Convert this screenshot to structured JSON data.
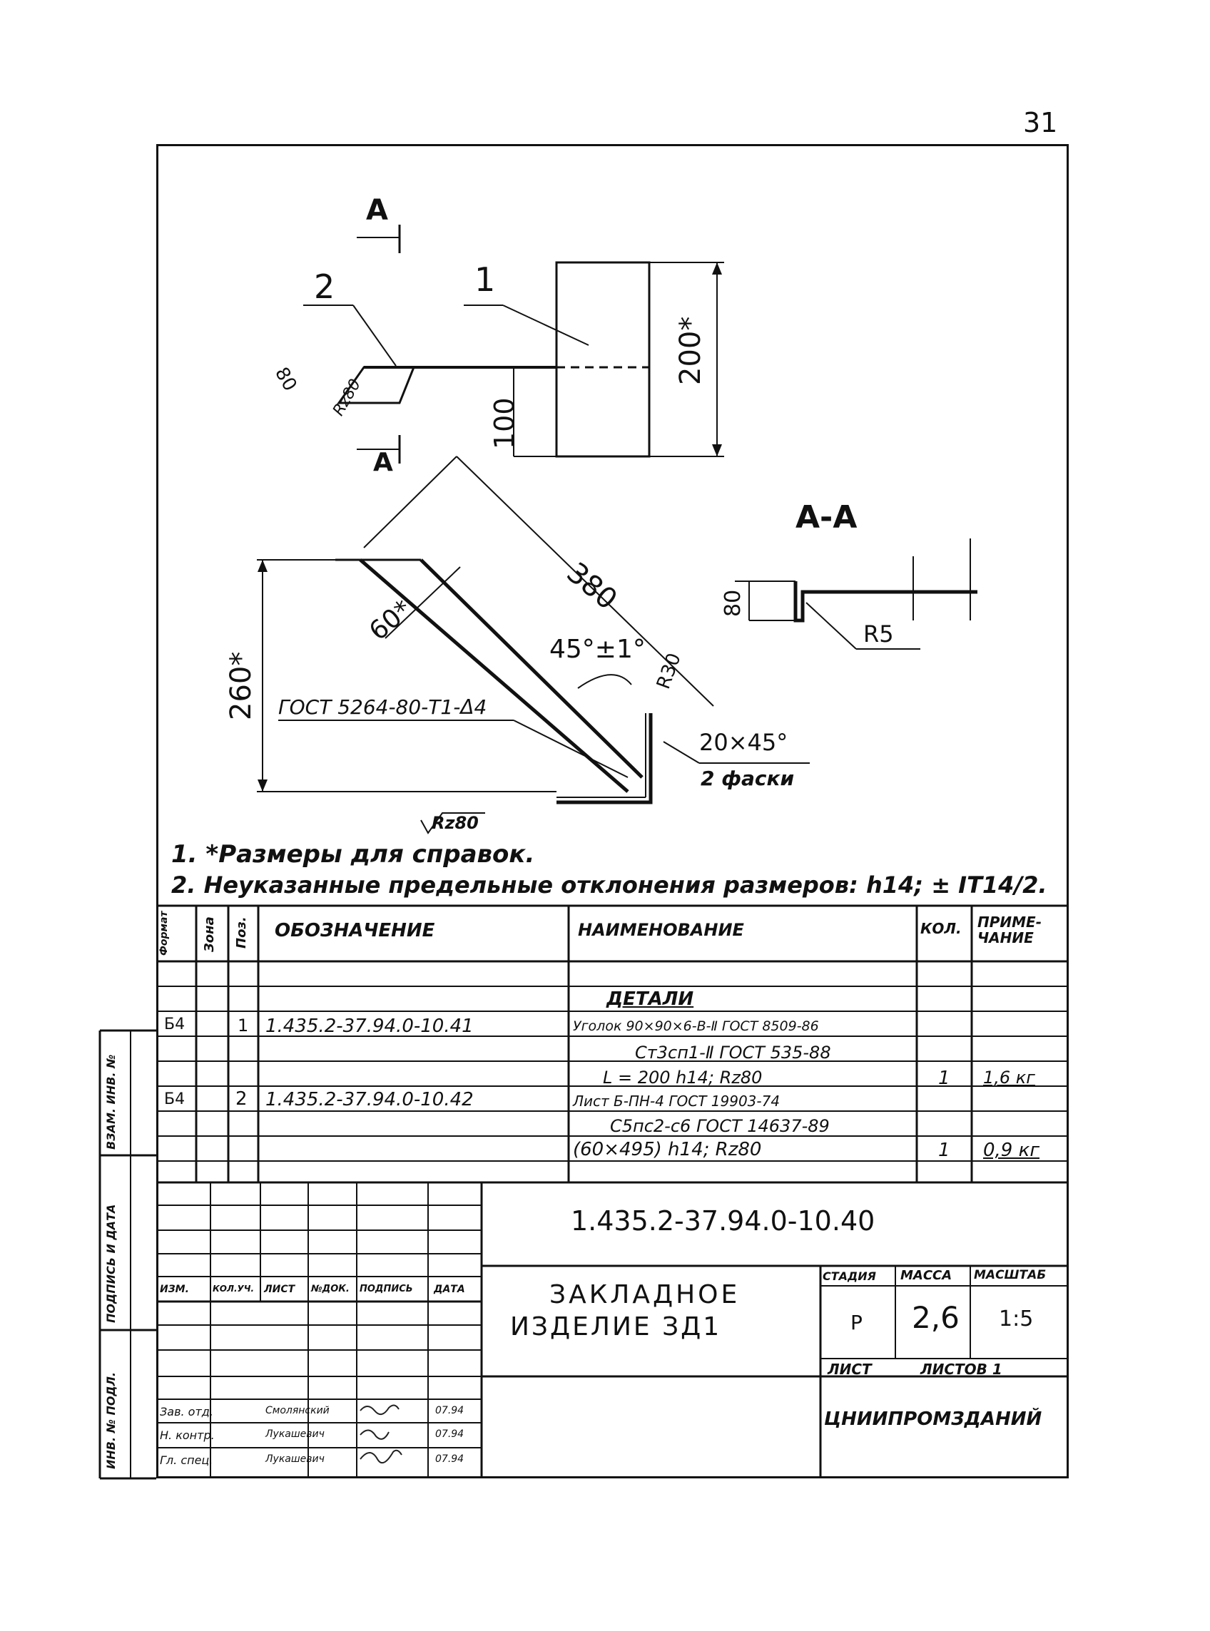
{
  "page_number": "31",
  "drawing": {
    "section_cut_label": "А",
    "section_title": "А-А",
    "callouts": {
      "pos_1": "1",
      "pos_2": "2"
    },
    "dimensions": {
      "height_200": "200*",
      "height_100": "100",
      "length_380": "380",
      "height_260": "260*",
      "width_60": "60*",
      "angle": "45°±1°",
      "radius_r30": "R30",
      "chamfer": "20×45°",
      "chamfer_note": "2 фаски",
      "roughness": "Rz80",
      "section_80": "80",
      "section_r5": "R5",
      "small_80": "80",
      "rz80_top": "Rz80"
    },
    "weld_label": "ГОСТ 5264-80-Т1-Δ4"
  },
  "notes": [
    "1. *Размеры для справок.",
    "2. Неуказанные предельные отклонения размеров: h14; ± IT14/2."
  ],
  "spec_table": {
    "headers": {
      "format": "Формат",
      "zone": "Зона",
      "pos": "Поз.",
      "designation": "Обозначение",
      "name": "Наименование",
      "qty": "Кол.",
      "note": "Приме-чание"
    },
    "section": "Детали",
    "rows": [
      {
        "format": "Б4",
        "pos": "1",
        "designation": "1.435.2-37.94.0-10.41",
        "name": "Уголок 90×90×6-В-Ⅱ ГОСТ 8509-86",
        "qty": "",
        "note": ""
      },
      {
        "format": "",
        "pos": "",
        "designation": "",
        "name": "Ст3сп1-Ⅱ ГОСТ 535-88",
        "qty": "",
        "note": ""
      },
      {
        "format": "",
        "pos": "",
        "designation": "",
        "name": "L = 200 h14; Rz80",
        "qty": "1",
        "note": "1,6 кг"
      },
      {
        "format": "Б4",
        "pos": "2",
        "designation": "1.435.2-37.94.0-10.42",
        "name": "Лист Б-ПН-4 ГОСТ 19903-74",
        "qty": "",
        "note": ""
      },
      {
        "format": "",
        "pos": "",
        "designation": "",
        "name": "С5пс2-с6 ГОСТ 14637-89",
        "qty": "",
        "note": ""
      },
      {
        "format": "",
        "pos": "",
        "designation": "",
        "name": "(60×495) h14; Rz80",
        "qty": "1",
        "note": "0,9 кг"
      }
    ]
  },
  "title_block": {
    "doc_code": "1.435.2-37.94.0-10.40",
    "title_line1": "Закладное",
    "title_line2": "изделие ЗД1",
    "stage_label": "Стадия",
    "mass_label": "Масса",
    "scale_label": "Масштаб",
    "stage": "Р",
    "mass": "2,6",
    "scale": "1:5",
    "sheet_label": "Лист",
    "sheets_label": "Листов 1",
    "org": "ЦНИИпромзданий",
    "rev_headers": [
      "Изм.",
      "Кол.уч.",
      "Лист",
      "№док.",
      "Подпись",
      "Дата"
    ],
    "staff": [
      {
        "role": "Зав. отд.",
        "name": "Смолянский",
        "date": "07.94"
      },
      {
        "role": "Н. контр.",
        "name": "Лукашевич",
        "date": "07.94"
      },
      {
        "role": "Гл. спец.",
        "name": "Лукашевич",
        "date": "07.94"
      }
    ]
  },
  "side_stamp": {
    "inv_podl": "Инв. № подл.",
    "podpis_data": "Подпись и дата",
    "vzam_inv": "Взам. инв. №"
  }
}
